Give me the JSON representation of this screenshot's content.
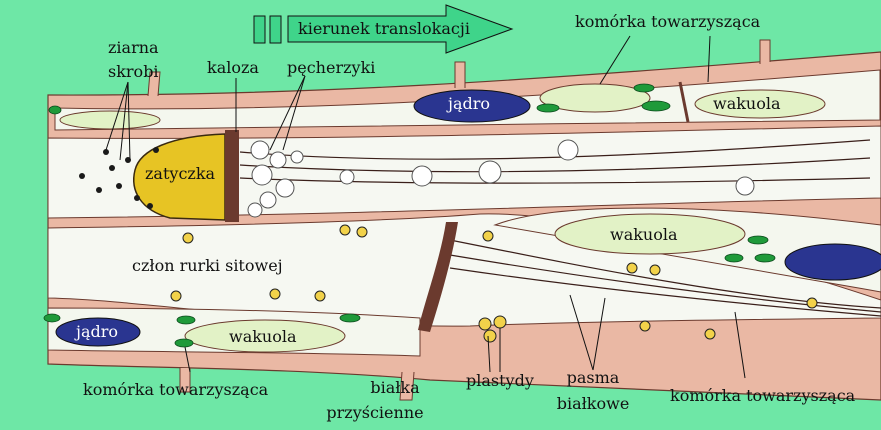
{
  "diagram": {
    "arrow_label": "kierunek translokacji",
    "labels": {
      "ziarna": "ziarna",
      "skrobi": "skrobi",
      "kaloza": "kaloza",
      "pecherzyki": "pęcherzyki",
      "companion_top": "komórka towarzysząca",
      "jadro_top": "jądro",
      "wakuola_top": "wakuola",
      "zatyczka": "zatyczka",
      "wakuola_mid": "wakuola",
      "czlon": "człon rurki sitowej",
      "jadro_bottom": "jądro",
      "wakuola_bottom": "wakuola",
      "companion_bottom_left": "komórka towarzysząca",
      "bialka": "białka",
      "przyscienne": "przyścienne",
      "plastydy": "plastydy",
      "pasma": "pasma",
      "bialkowe": "białkowe",
      "companion_bottom_right": "komórka towarzysząca"
    },
    "colors": {
      "background": "#6ee7a6",
      "cell_wall": "#eab8a4",
      "cytoplasm": "#f4f7ee",
      "vacuole": "#e2f2c6",
      "nucleus": "#2a3590",
      "chloroplast": "#1f9a3a",
      "plug": "#e7c424",
      "arrow": "#3fd48a"
    }
  }
}
